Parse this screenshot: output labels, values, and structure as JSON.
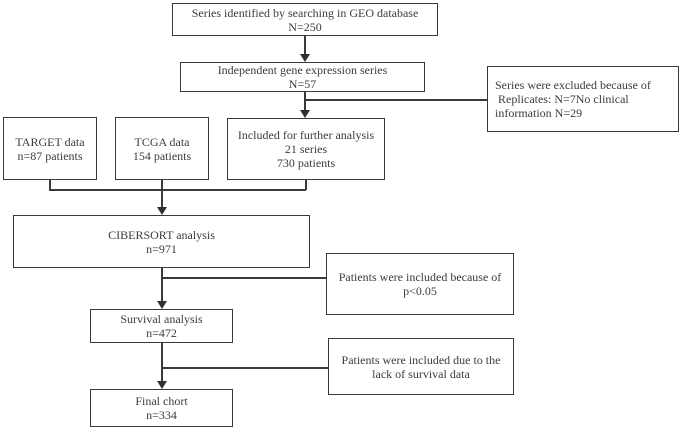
{
  "title": "Series selection flowchart",
  "colors": {
    "border": "#3a3a3a",
    "connector_line": "#3a3a3a",
    "arrowhead": "#303030",
    "text": "#3c3c3c",
    "background": "#ffffff"
  },
  "boxes": {
    "geo_search": {
      "lines": [
        "Series identified by searching in GEO database",
        "N=250"
      ]
    },
    "independent_series": {
      "lines": [
        "Independent gene expression series",
        "N=57"
      ]
    },
    "series_excluded": {
      "lines": [
        "Series were excluded because of",
        " Replicates: N=7No clinical",
        "information N=29"
      ]
    },
    "target_data": {
      "lines": [
        "TARGET data",
        "n=87 patients"
      ]
    },
    "tcga_data": {
      "lines": [
        "TCGA data",
        "154 patients"
      ]
    },
    "included_for_analysis": {
      "lines": [
        "Included for further analysis",
        "21 series",
        "730 patients"
      ]
    },
    "cibersort_analysis": {
      "lines": [
        "CIBERSORT analysis",
        "n=971"
      ]
    },
    "patients_included_pvalue": {
      "lines": [
        "Patients were included because of",
        "p<0.05"
      ]
    },
    "survival_analysis": {
      "lines": [
        "Survival analysis",
        "n=472"
      ]
    },
    "patients_included_lack_survival": {
      "lines": [
        "Patients were included due to the",
        "lack of survival data"
      ]
    },
    "final_cohort": {
      "lines": [
        "Final chort",
        "n=334"
      ]
    }
  }
}
